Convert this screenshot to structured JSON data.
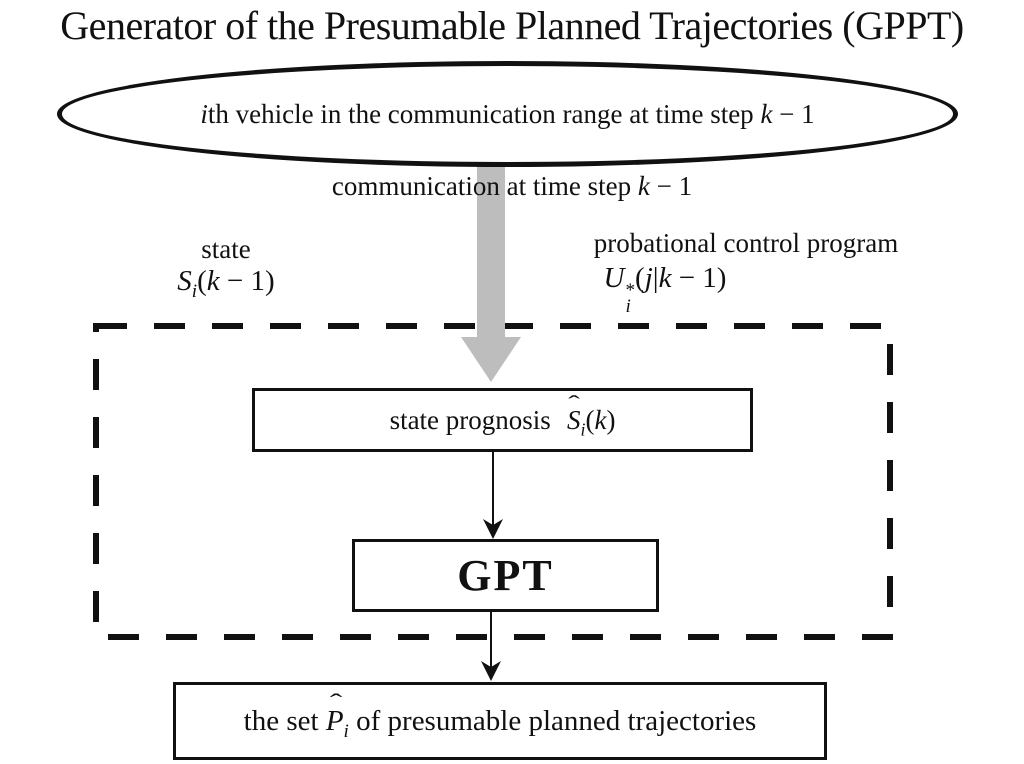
{
  "title": "Generator of the Presumable Planned Trajectories (GPPT)",
  "colors": {
    "ink": "#111111",
    "arrow_gray": "#bdbdbd",
    "background": "#ffffff"
  },
  "ellipse_node": {
    "var_i": "i",
    "text": "th vehicle in the communication range at time step ",
    "var_k": "k",
    "suffix": " − 1"
  },
  "comm_label": {
    "text": "communication at time step ",
    "var_k": "k",
    "suffix": " − 1"
  },
  "state_input": {
    "caption": "state",
    "formula": {
      "base": "S",
      "sub": "i",
      "open": "(",
      "var_k": "k",
      "rest": " − 1)"
    }
  },
  "control_input": {
    "caption": "probational control program",
    "formula": {
      "base": "U",
      "sup": "*",
      "sub": "i",
      "open": "(",
      "var_j": "j",
      "bar": "|",
      "var_k": "k",
      "rest": " − 1)"
    }
  },
  "prognosis_box": {
    "label": "state prognosis",
    "formula": {
      "hat": "ˆ",
      "base": "S",
      "sub": "i",
      "open": "(",
      "var_k": "k",
      "close": ")"
    }
  },
  "gpt_box": {
    "label": "GPT"
  },
  "output_box": {
    "pre": "the set ",
    "formula": {
      "hat": "ˆ",
      "base": "P",
      "sub": "i"
    },
    "post": " of presumable planned trajectories"
  }
}
